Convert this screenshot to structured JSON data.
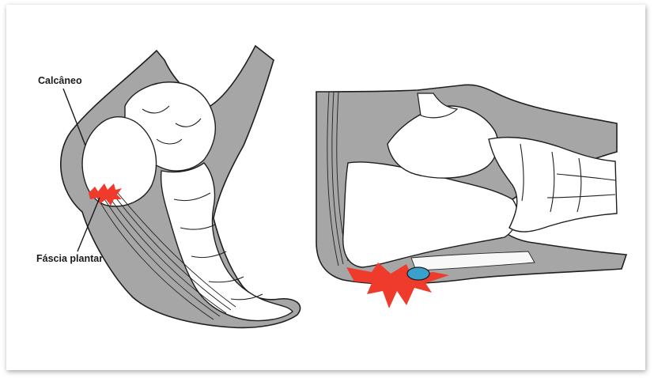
{
  "labels": {
    "calcaneus": "Calcâneo",
    "plantar_fascia": "Fáscia plantar"
  },
  "colors": {
    "skin": "#a6a6a6",
    "bone": "#ffffff",
    "outline": "#1f1f1f",
    "pain": "#ef3b2c",
    "spur": "#3aa0cc"
  },
  "icons": {
    "pain_marker": "red-starburst",
    "heel_spur": "blue-oval"
  }
}
